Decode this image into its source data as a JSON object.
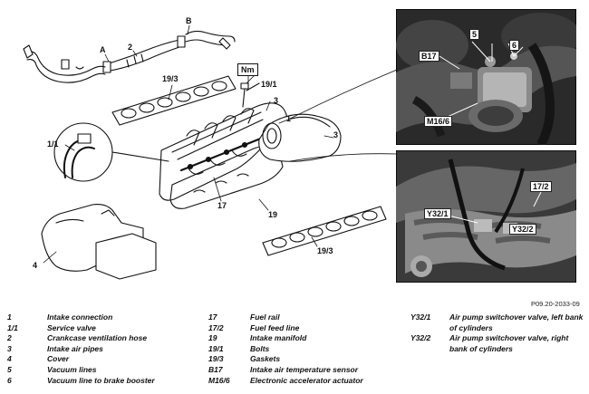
{
  "callouts": {
    "a": "A",
    "b": "B",
    "c2": "2",
    "c19_3_top": "19/3",
    "nm": "Nm",
    "c19_1": "19/1",
    "c3_a": "3",
    "c1": "1",
    "c3_b": "3",
    "c1_1": "1/1",
    "c17": "17",
    "c19": "19",
    "c19_3_bottom": "19/3",
    "c4": "4"
  },
  "photo_top_callouts": {
    "c5": "5",
    "c6": "6",
    "b17": "B17",
    "m16_6": "M16/6"
  },
  "photo_bottom_callouts": {
    "c17_2": "17/2",
    "y32_1": "Y32/1",
    "y32_2": "Y32/2"
  },
  "figure_id": "P09.20-2033-09",
  "legend": {
    "col1": [
      {
        "code": "1",
        "desc": "Intake connection"
      },
      {
        "code": "1/1",
        "desc": "Service valve"
      },
      {
        "code": "2",
        "desc": "Crankcase ventilation hose"
      },
      {
        "code": "3",
        "desc": "Intake air pipes"
      },
      {
        "code": "4",
        "desc": "Cover"
      },
      {
        "code": "5",
        "desc": "Vacuum lines"
      },
      {
        "code": "6",
        "desc": "Vacuum line to brake booster"
      }
    ],
    "col2": [
      {
        "code": "17",
        "desc": "Fuel rail"
      },
      {
        "code": "17/2",
        "desc": "Fuel feed line"
      },
      {
        "code": "19",
        "desc": "Intake manifold"
      },
      {
        "code": "19/1",
        "desc": "Bolts"
      },
      {
        "code": "19/3",
        "desc": "Gaskets"
      },
      {
        "code": "B17",
        "desc": "Intake air temperature sensor"
      },
      {
        "code": "M16/6",
        "desc": "Electronic accelerator actuator"
      }
    ],
    "col3": [
      {
        "code": "Y32/1",
        "desc": "Air pump switchover valve, left bank of cylinders"
      },
      {
        "code": "Y32/2",
        "desc": "Air pump switchover valve, right bank of cylinders"
      }
    ]
  }
}
